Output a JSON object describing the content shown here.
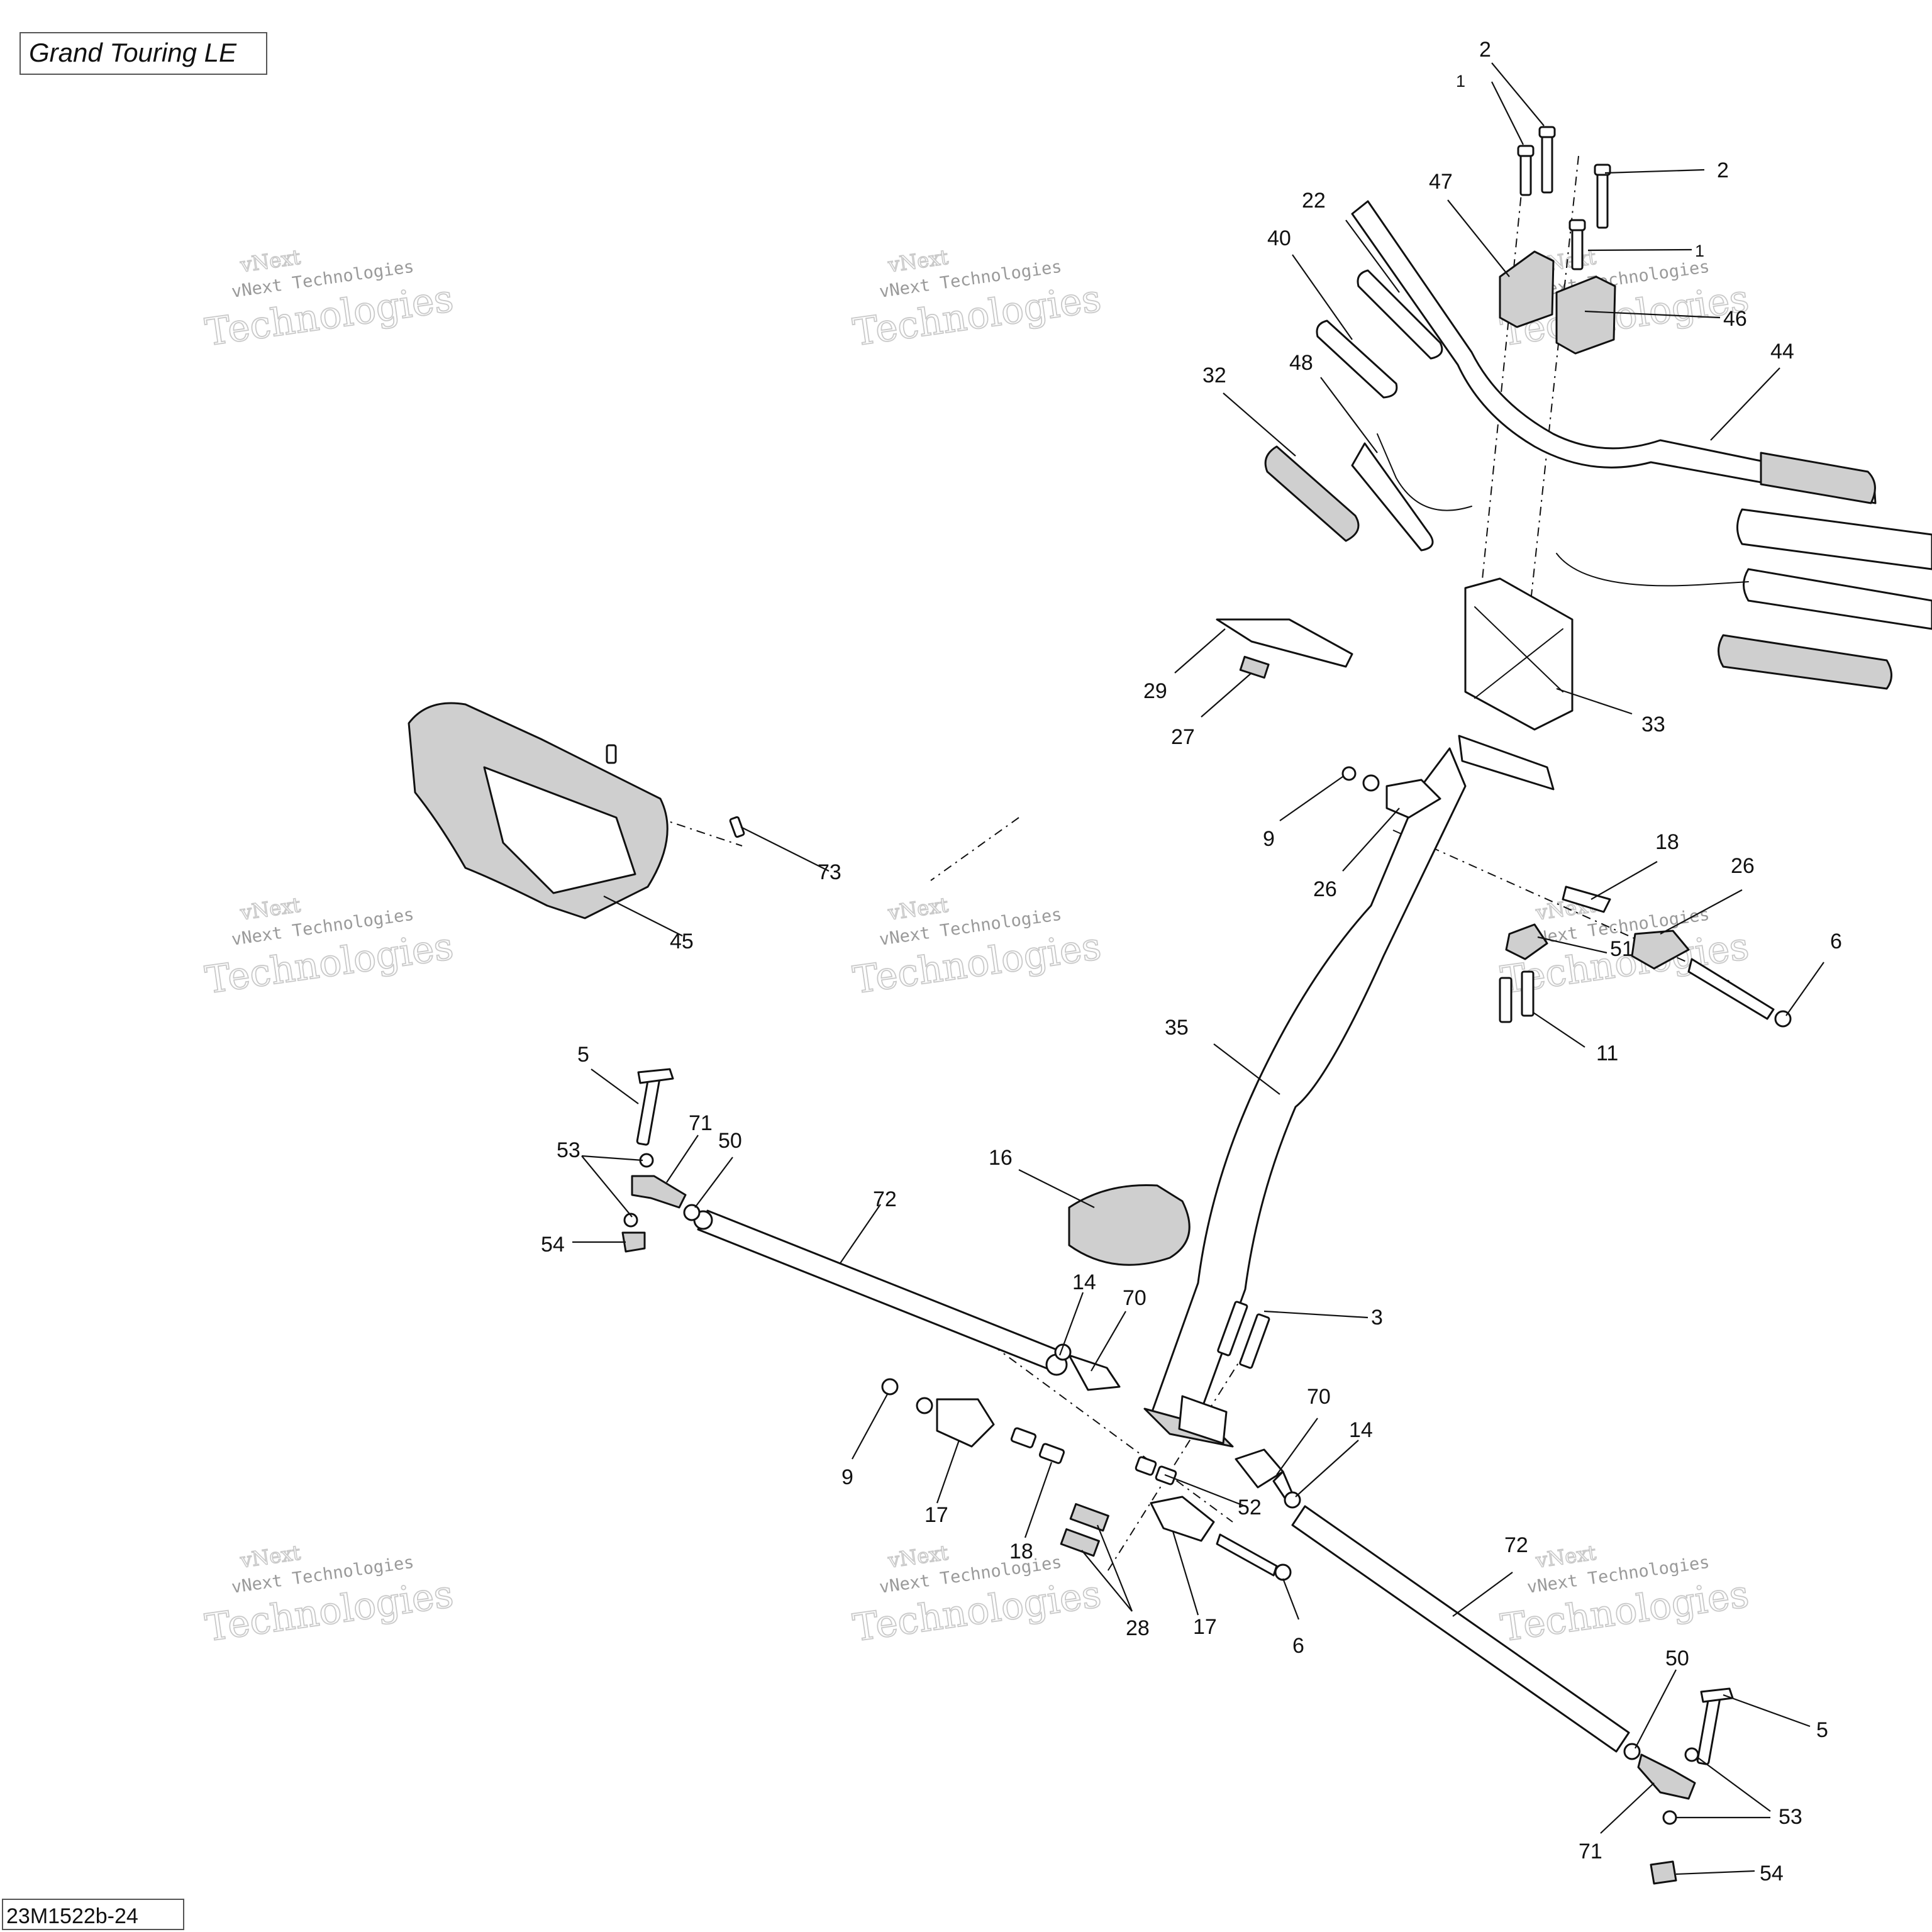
{
  "model_label": "Grand Touring LE",
  "drawing_code": "23M1522b-24",
  "watermark": {
    "line1": "vNext",
    "line2": "vNext Technologies",
    "line3": "Technologies"
  },
  "callouts": [
    "2",
    "1",
    "2",
    "1",
    "22",
    "47",
    "40",
    "46",
    "44",
    "48",
    "32",
    "29",
    "27",
    "33",
    "9",
    "26",
    "18",
    "26",
    "6",
    "51",
    "11",
    "73",
    "45",
    "35",
    "5",
    "71",
    "50",
    "53",
    "72",
    "16",
    "54",
    "14",
    "70",
    "3",
    "9",
    "70",
    "14",
    "17",
    "52",
    "18",
    "72",
    "28",
    "17",
    "6",
    "50",
    "5",
    "53",
    "71",
    "54"
  ]
}
